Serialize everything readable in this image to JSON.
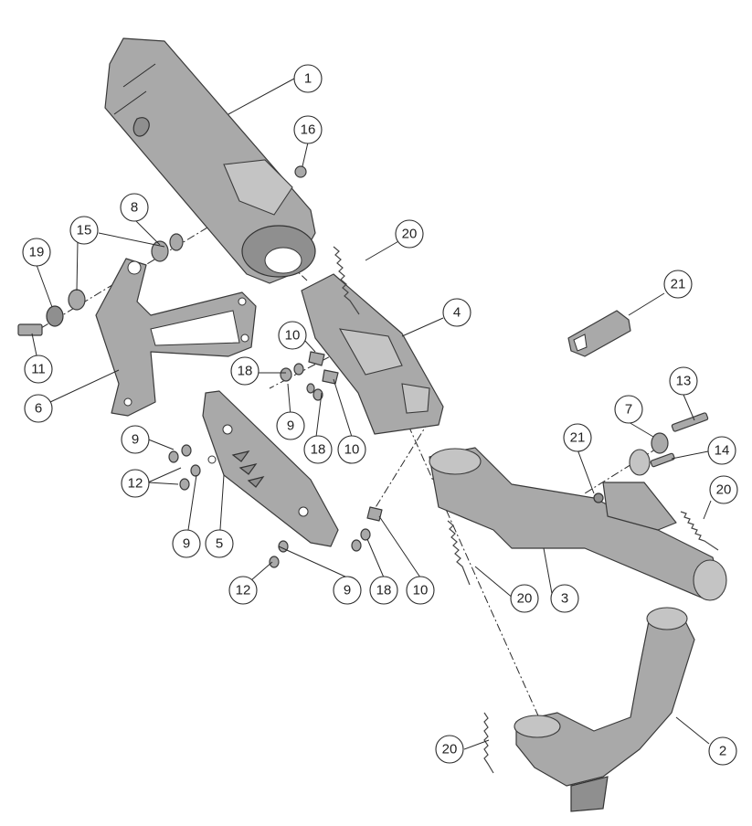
{
  "callouts": {
    "c1": "1",
    "c2": "2",
    "c3": "3",
    "c4": "4",
    "c5": "5",
    "c6": "6",
    "c7": "7",
    "c8": "8",
    "c9a": "9",
    "c9b": "9",
    "c9c": "9",
    "c9d": "9",
    "c10a": "10",
    "c10b": "10",
    "c10c": "10",
    "c11": "11",
    "c12a": "12",
    "c12b": "12",
    "c13": "13",
    "c14": "14",
    "c15": "15",
    "c16": "16",
    "c18a": "18",
    "c18b": "18",
    "c18c": "18",
    "c19": "19",
    "c20a": "20",
    "c20b": "20",
    "c20c": "20",
    "c20d": "20",
    "c21a": "21",
    "c21b": "21"
  },
  "colors": {
    "part_fill": "#a9a9a9",
    "outline": "#3a3a3a",
    "background": "#ffffff"
  }
}
